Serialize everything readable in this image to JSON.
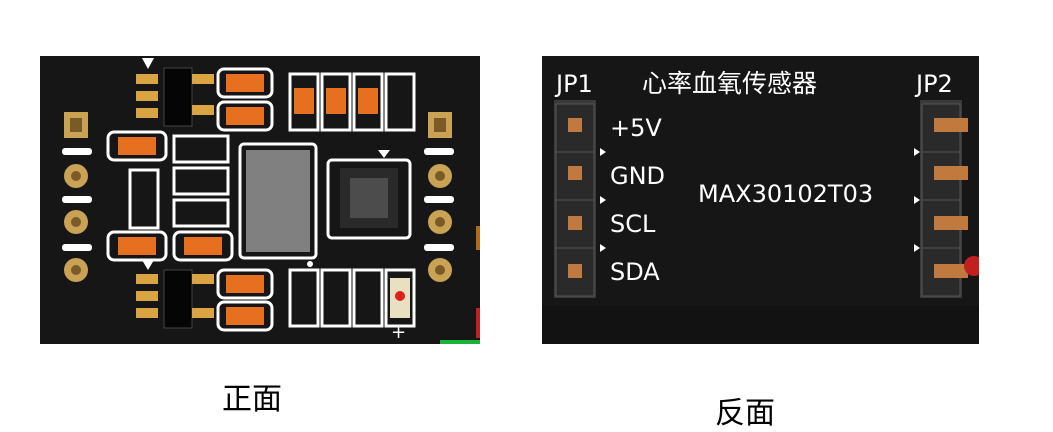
{
  "front": {
    "caption": "正面",
    "silkscreen_plus": "+"
  },
  "back": {
    "caption": "反面",
    "title": "心率血氧传感器",
    "jp1": "JP1",
    "jp2": "JP2",
    "model": "MAX30102T03",
    "pins": [
      "+5V",
      "GND",
      "SCL",
      "SDA"
    ]
  },
  "colors": {
    "board": "#161616",
    "silkscreen": "#ffffff",
    "pad_orange": "#e6701f",
    "pad_gold": "#c9a253",
    "component_gray": "#808080"
  }
}
